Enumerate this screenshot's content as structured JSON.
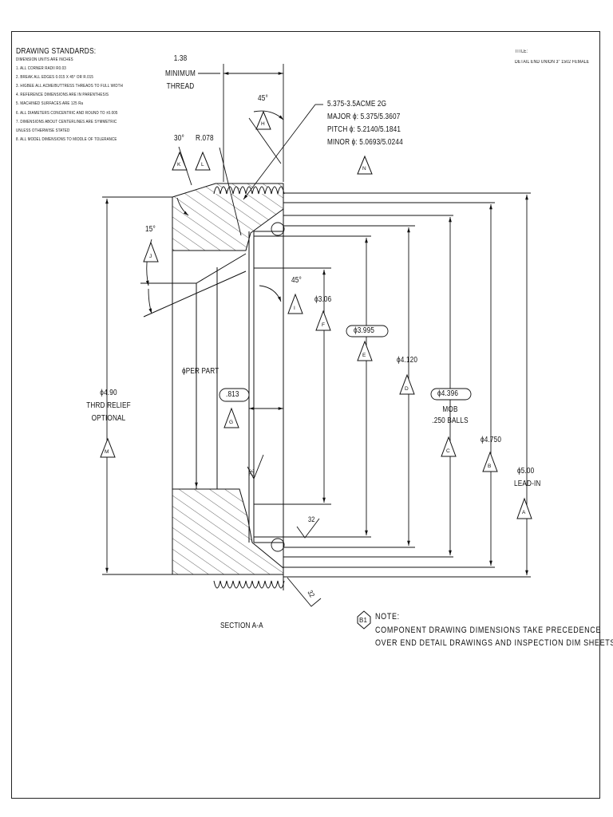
{
  "standards": {
    "title": "DRAWING STANDARDS:",
    "lines": [
      "DIMENSION UNITS ARE INCHES",
      "1. ALL CORNER RADII R0.03",
      "2. BREAK ALL EDGES 0.015 X 45° OR R.015",
      "3. HIGBEE ALL ACME/BUTTRESS THREADS TO FULL WIDTH",
      "4. REFERENCE DIMENSIONS ARE IN PARENTHESIS",
      "5. MACHINED SURFACES ARE 125 Ra",
      "6. ALL DIAMETERS CONCENTRIC AND ROUND TO ±0.005",
      "7. DIMENSIONS ABOUT CENTERLINES ARE SYMMETRIC",
      "    UNLESS OTHERWISE STATED",
      "8. ALL MODEL DIMENSIONS TO MIDDLE OF TOLERANCE"
    ]
  },
  "title_block": {
    "label": "TITLE:",
    "value": "DETAIL END UNION 3\" 1502 FEMALE"
  },
  "dims": {
    "min_thread_1": "1.38",
    "min_thread_2": "MINIMUM",
    "min_thread_3": "THREAD",
    "angle_45_top": "45°",
    "angle_30": "30°",
    "radius": "R.078",
    "angle_15": "15°",
    "angle_45_mid": "45°",
    "thread_1": "5.375-3.5ACME 2G",
    "thread_2": "MAJOR ϕ: 5.375/5.3607",
    "thread_3": "PITCH ϕ:   5.2140/5.1841",
    "thread_4": "MINOR ϕ: 5.0693/5.0244",
    "d306": "ϕ3.06",
    "d3995": "ϕ3.995",
    "d4120": "ϕ4.120",
    "d4396": "ϕ4.396",
    "mob_1": "MOB",
    "mob_2": ".250 BALLS",
    "d4750": "ϕ4.750",
    "d500_1": "ϕ5.00",
    "d500_2": "LEAD-IN",
    "per_part": "ϕPER PART",
    "d813": ".813",
    "d490_1": "ϕ4.90",
    "d490_2": "THRD RELIEF",
    "d490_3": "OPTIONAL",
    "finish_1": "32",
    "finish_2": "32",
    "finish_3": "32",
    "section": "SECTION A-A"
  },
  "markers": {
    "A": "A",
    "B": "B",
    "C": "C",
    "D": "D",
    "E": "E",
    "F": "F",
    "G": "G",
    "H": "H",
    "I": "I",
    "J": "J",
    "K": "K",
    "L": "L",
    "M": "M",
    "N": "N"
  },
  "note": {
    "tag": "B1",
    "heading": "NOTE:",
    "line1": "COMPONENT DRAWING DIMENSIONS TAKE PRECEDENCE",
    "line2": "OVER END DETAIL DRAWINGS AND INSPECTION DIM SHEETS"
  }
}
